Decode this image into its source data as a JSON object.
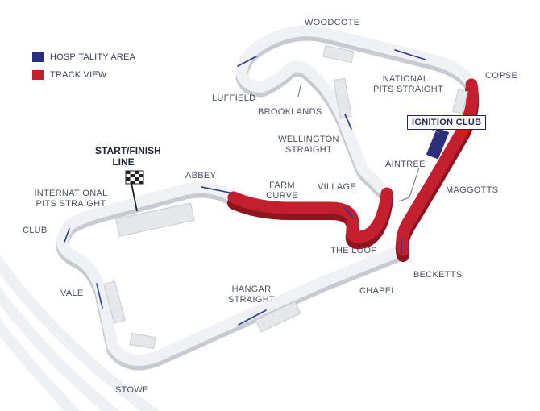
{
  "legend": [
    {
      "label": "HOSPITALITY AREA",
      "color": "#2b2f7a"
    },
    {
      "label": "TRACK VIEW",
      "color": "#c41f2e"
    }
  ],
  "corners": {
    "woodcote": "WOODCOTE",
    "copse": "COPSE",
    "national_pits_1": "NATIONAL",
    "national_pits_2": "PITS STRAIGHT",
    "luffield": "LUFFIELD",
    "brooklands": "BROOKLANDS",
    "wellington_1": "WELLINGTON",
    "wellington_2": "STRAIGHT",
    "aintree": "AINTREE",
    "maggotts": "MAGGOTTS",
    "abbey": "ABBEY",
    "farm_1": "FARM",
    "farm_2": "CURVE",
    "village": "VILLAGE",
    "intl_pits_1": "INTERNATIONAL",
    "intl_pits_2": "PITS STRAIGHT",
    "club": "CLUB",
    "the_loop": "THE LOOP",
    "becketts": "BECKETTS",
    "chapel": "CHAPEL",
    "vale": "VALE",
    "hangar_1": "HANGAR",
    "hangar_2": "STRAIGHT",
    "stowe": "STOWE"
  },
  "start_finish_1": "START/FINISH",
  "start_finish_2": "LINE",
  "ignition_club": "IGNITION CLUB",
  "colors": {
    "track_surface": "#f0f1f4",
    "track_side": "#c8cad1",
    "track_view": "#c41f2e",
    "track_view_side": "#8e1420",
    "hospitality": "#2b2f7a",
    "arrow": "#2a3a8c"
  }
}
